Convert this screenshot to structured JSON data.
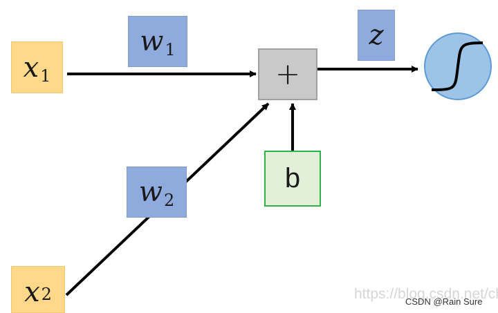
{
  "diagram": {
    "inputs": [
      {
        "symbol": "x",
        "subscript": "1"
      },
      {
        "symbol": "x",
        "subscript": "2"
      }
    ],
    "weights": [
      {
        "symbol": "w",
        "subscript": "1"
      },
      {
        "symbol": "w",
        "subscript": "2"
      }
    ],
    "sum_node": "+",
    "bias": "b",
    "output": "z",
    "activation_icon": "sigmoid-icon"
  },
  "watermark": {
    "url": "https://blog.csdn.net/ch",
    "credit": "CSDN @Rain Sure"
  },
  "colors": {
    "input": "#ffd88a",
    "weight": "#8faadc",
    "sum": "#c9c9c9",
    "bias_fill": "#e2efd9",
    "bias_border": "#2fb24a",
    "activation": "#9dc3e6"
  }
}
